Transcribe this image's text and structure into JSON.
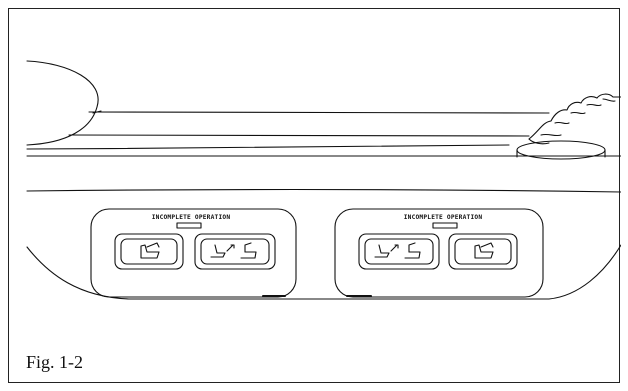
{
  "figure": {
    "caption": "Fig. 1-2",
    "left_panel": {
      "indicator_label": "INCOMPLETE OPERATION",
      "buttons": [
        {
          "name": "seat-memory-button",
          "icon": "seat-icon"
        },
        {
          "name": "seat-mode-button",
          "icon": "seat-recline-icon"
        }
      ]
    },
    "right_panel": {
      "indicator_label": "INCOMPLETE OPERATION",
      "buttons": [
        {
          "name": "seat-mode-button",
          "icon": "seat-recline-icon"
        },
        {
          "name": "seat-memory-button",
          "icon": "seat-icon"
        }
      ]
    },
    "colors": {
      "line": "#111111",
      "background": "#ffffff"
    }
  }
}
